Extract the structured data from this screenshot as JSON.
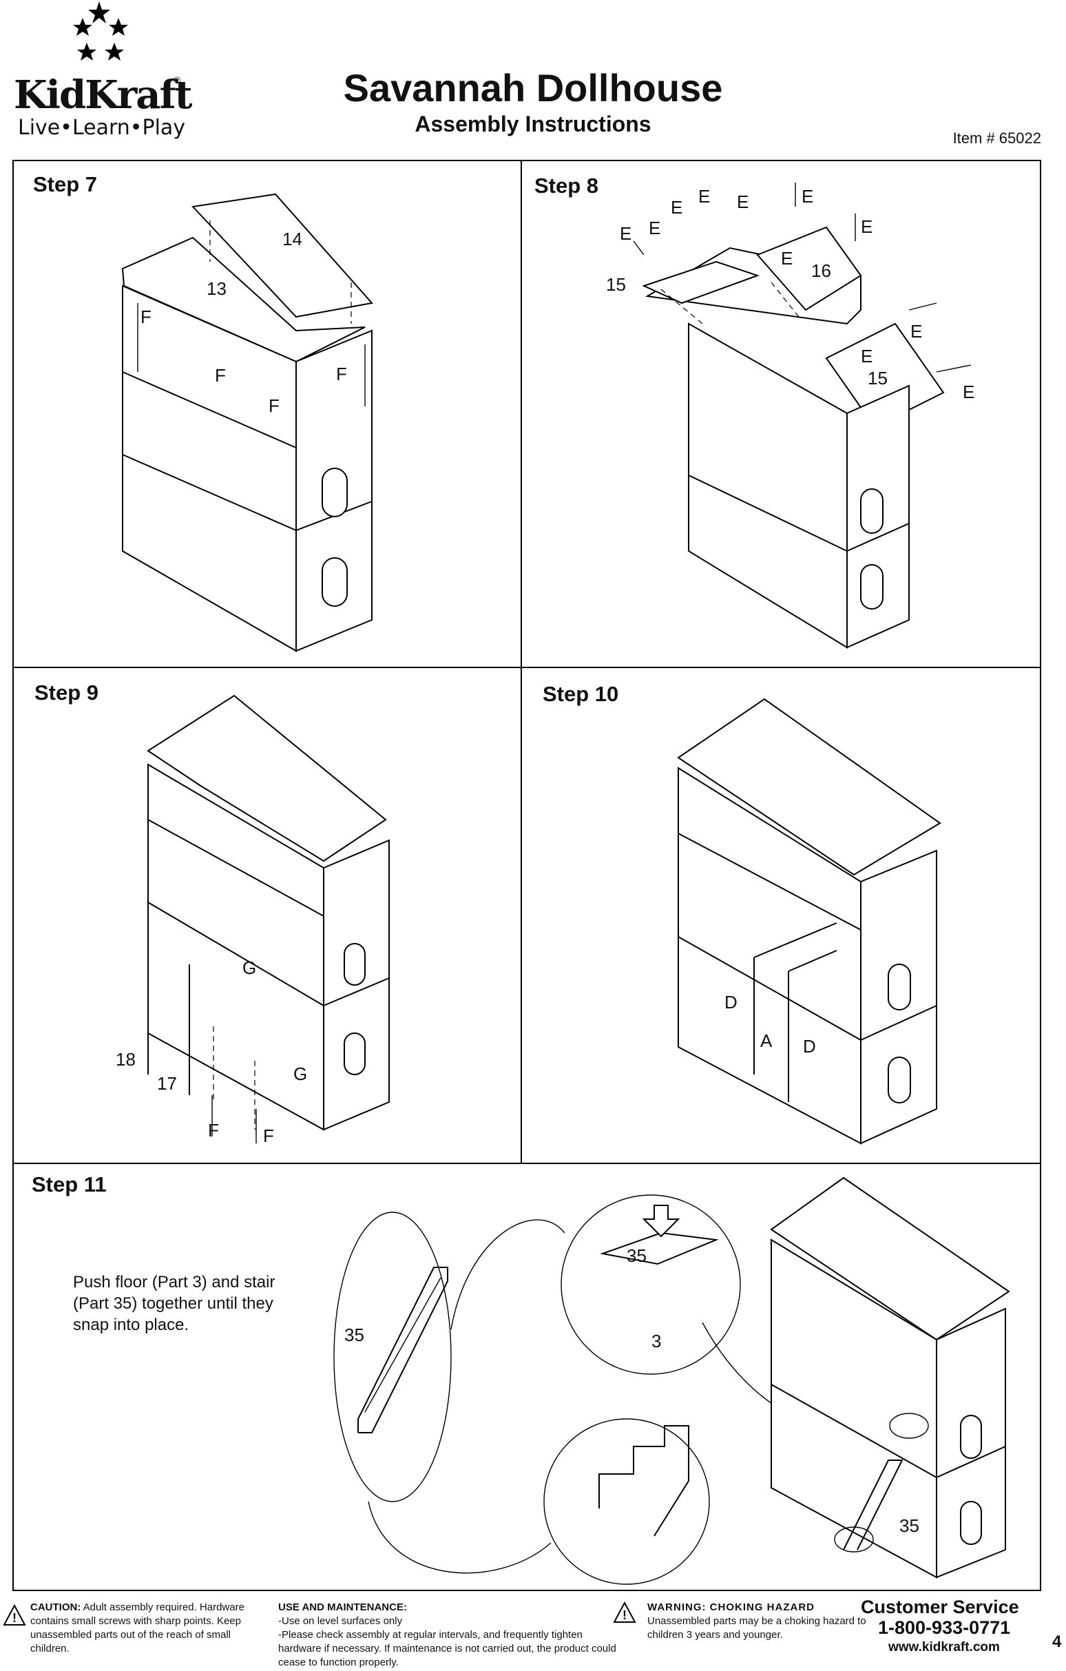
{
  "header": {
    "logo_text": "KidKraft",
    "logo_reg": "®",
    "tagline": "Live•Learn•Play",
    "title": "Savannah Dollhouse",
    "subtitle": "Assembly Instructions",
    "item": "Item # 65022"
  },
  "steps": {
    "step7": "Step 7",
    "step8": "Step 8",
    "step9": "Step 9",
    "step10": "Step 10",
    "step11": "Step 11"
  },
  "step11_text": "Push floor (Part 3) and stair (Part 35) together until they snap into place.",
  "callouts": {
    "part13": "13",
    "part14": "14",
    "part15": "15",
    "part16": "16",
    "part17": "17",
    "part18": "18",
    "part35": "35",
    "part3": "3",
    "screw_f": "F",
    "screw_e": "E",
    "screw_g": "G",
    "screw_d": "D",
    "screw_a": "A"
  },
  "footer": {
    "caution_label": "CAUTION:",
    "caution_text": "Adult assembly required. Hardware contains small screws with sharp points. Keep unassembled parts out of the reach of small children.",
    "use_title": "USE AND MAINTENANCE:",
    "use_line1": "-Use on level surfaces only",
    "use_line2": "-Please check assembly at regular intervals, and frequently tighten hardware if necessary.  If maintenance is not carried out, the product could cease to function properly.",
    "warning_label": "WARNING: CHOKING HAZARD",
    "warning_text": "Unassembled parts may be a choking hazard to children 3 years and younger.",
    "cs_title": "Customer Service",
    "cs_phone": "1-800-933-0771",
    "cs_web": "www.kidkraft.com",
    "page_number": "4"
  }
}
